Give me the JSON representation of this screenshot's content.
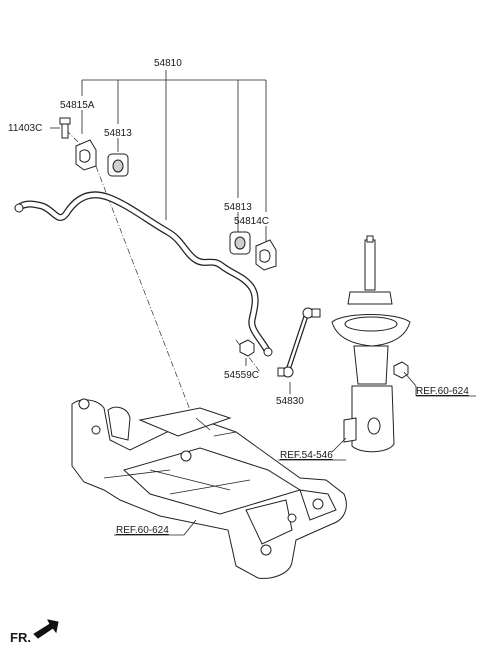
{
  "labels": {
    "main": "54810",
    "bracket_left": "54815A",
    "bolt": "11403C",
    "bushing_left": "54813",
    "bushing_right": "54813",
    "bracket_right": "54814C",
    "nut": "54559C",
    "link": "54830",
    "ref_strut_mount": "REF.60-624",
    "ref_strut": "REF.54-546",
    "ref_subframe": "REF.60-624",
    "direction": "FR."
  }
}
